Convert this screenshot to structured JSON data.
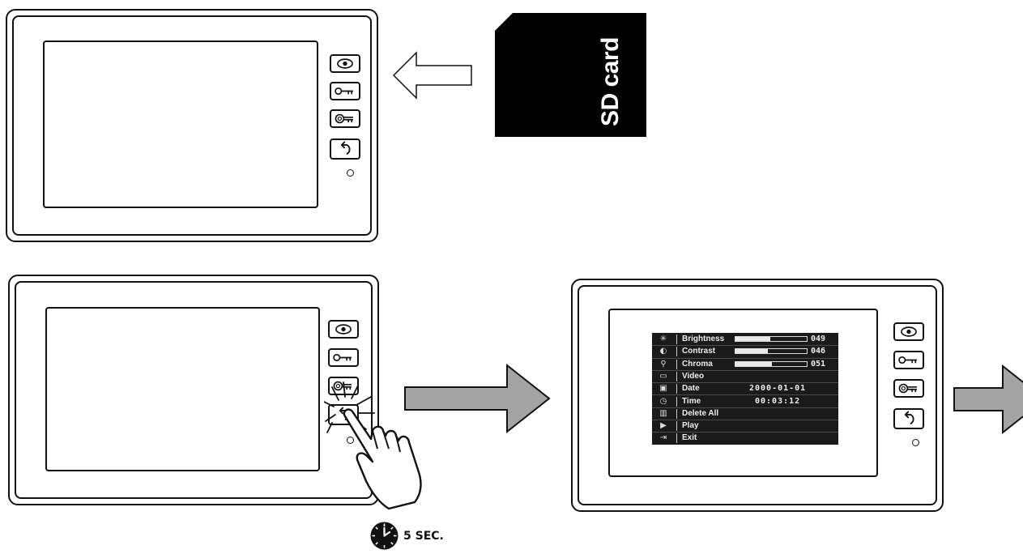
{
  "sd_card": {
    "label": "SD card"
  },
  "menu": {
    "items": [
      {
        "icon": "brightness-icon",
        "glyph": "✳",
        "label": "Brightness",
        "level": 0.49,
        "value": "049"
      },
      {
        "icon": "contrast-icon",
        "glyph": "◐",
        "label": "Contrast",
        "level": 0.46,
        "value": "046"
      },
      {
        "icon": "chroma-icon",
        "glyph": "⚲",
        "label": "Chroma",
        "level": 0.51,
        "value": "051"
      },
      {
        "icon": "video-icon",
        "glyph": "▭",
        "label": "Video"
      },
      {
        "icon": "date-icon",
        "glyph": "▣",
        "label": "Date",
        "text": "2000-01-01"
      },
      {
        "icon": "time-icon",
        "glyph": "◷",
        "label": "Time",
        "text": "00:03:12"
      },
      {
        "icon": "trash-icon",
        "glyph": "▥",
        "label": "Delete All"
      },
      {
        "icon": "play-icon",
        "glyph": "▶",
        "label": "Play"
      },
      {
        "icon": "exit-icon",
        "glyph": "⇥",
        "label": "Exit"
      }
    ]
  },
  "hold_time": {
    "label": "5 SEC."
  },
  "monitor_buttons": [
    "eye-button",
    "key-button",
    "key-ring-button",
    "handset-button"
  ]
}
